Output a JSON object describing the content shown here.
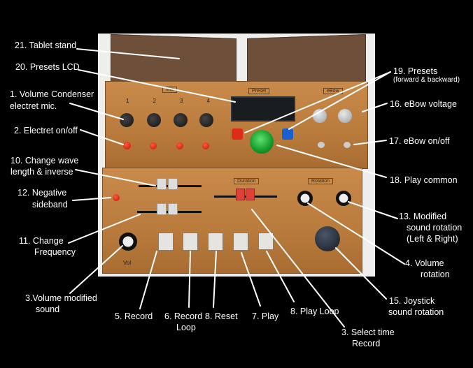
{
  "device": {
    "panels": {
      "mic": "Mic",
      "preset": "Preset",
      "ebow": "eBow",
      "duration": "Duration",
      "rotation": "Rotation",
      "vol": "Vol"
    },
    "mic_channels": [
      "1",
      "2",
      "3",
      "4"
    ]
  },
  "labels": {
    "tablet_stand": "21. Tablet stand",
    "presets_lcd": "20. Presets LCD",
    "volume_condenser": [
      "1. Volume Condenser",
      "electret mic."
    ],
    "electret_onoff": "2. Electret on/off",
    "change_wave": [
      "10. Change wave",
      "length & inverse"
    ],
    "negative_sideband": [
      "12.  Negative",
      "sideband"
    ],
    "change_frequency": [
      "11. Change",
      "Frequency"
    ],
    "volume_modified": [
      "3.Volume modified",
      "sound"
    ],
    "record": "5. Record",
    "record_loop": [
      "6. Record",
      "Loop"
    ],
    "reset": "8. Reset",
    "play": "7. Play",
    "play_loop": "8. Play Loop",
    "select_time": [
      "3. Select time",
      "Record"
    ],
    "presets": [
      "19. Presets",
      "(forward & backward)"
    ],
    "ebow_voltage": "16. eBow voltage",
    "ebow_onoff": "17. eBow on/off",
    "play_common": "18. Play common",
    "modified_rotation": [
      "13. Modified",
      "sound rotation",
      "(Left & Right)"
    ],
    "volume_rotation": [
      "4. Volume",
      "rotation"
    ],
    "joystick": [
      "15. Joystick",
      "sound rotation"
    ]
  }
}
